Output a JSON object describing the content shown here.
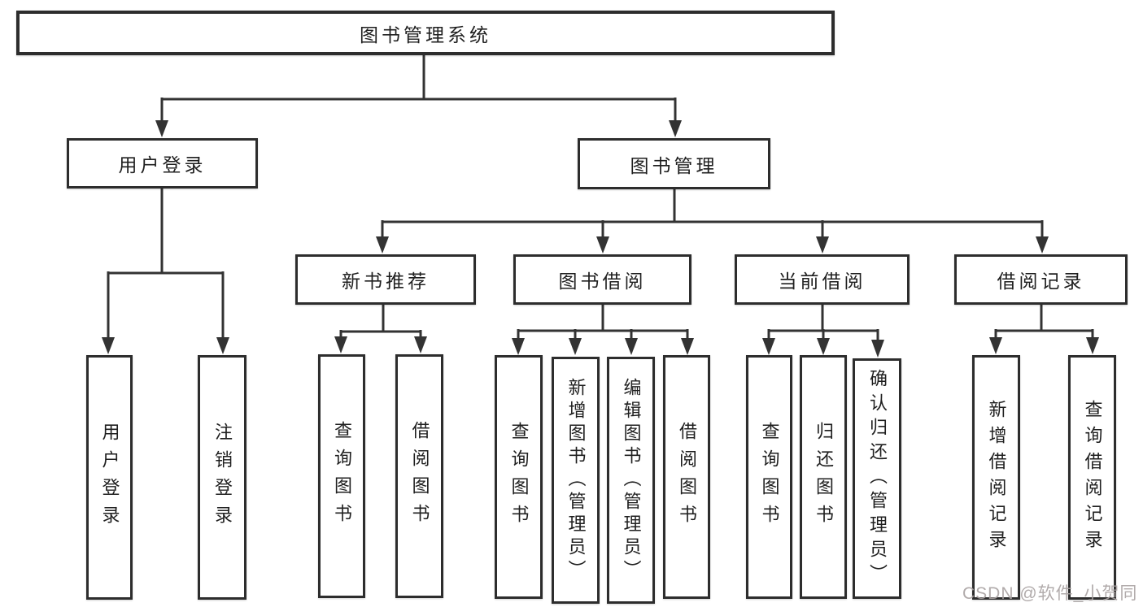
{
  "diagram": {
    "root": {
      "label": "图书管理系统"
    },
    "level2": [
      {
        "label": "用户登录"
      },
      {
        "label": "图书管理"
      }
    ],
    "level3": [
      {
        "label": "新书推荐"
      },
      {
        "label": "图书借阅"
      },
      {
        "label": "当前借阅"
      },
      {
        "label": "借阅记录"
      }
    ],
    "leaves": {
      "account": [
        {
          "label": "用户登录"
        },
        {
          "label": "注销登录"
        }
      ],
      "recommend": [
        {
          "label": "查询图书"
        },
        {
          "label": "借阅图书"
        }
      ],
      "borrow": [
        {
          "label": "查询图书"
        },
        {
          "label": "新增图书（管理员）"
        },
        {
          "label": "编辑图书（管理员）"
        },
        {
          "label": "借阅图书"
        }
      ],
      "current": [
        {
          "label": "查询图书"
        },
        {
          "label": "归还图书"
        },
        {
          "label": "确认归还（管理员）"
        }
      ],
      "records": [
        {
          "label": "新增借阅记录"
        },
        {
          "label": "查询借阅记录"
        }
      ]
    }
  },
  "watermark": {
    "text": "CSDN @软件_小贺同学"
  },
  "colors": {
    "line": "#333333",
    "box_border": "#2d2d2d",
    "text": "#1f1f1f",
    "watermark": "#a9a2a2",
    "background": "#ffffff"
  }
}
